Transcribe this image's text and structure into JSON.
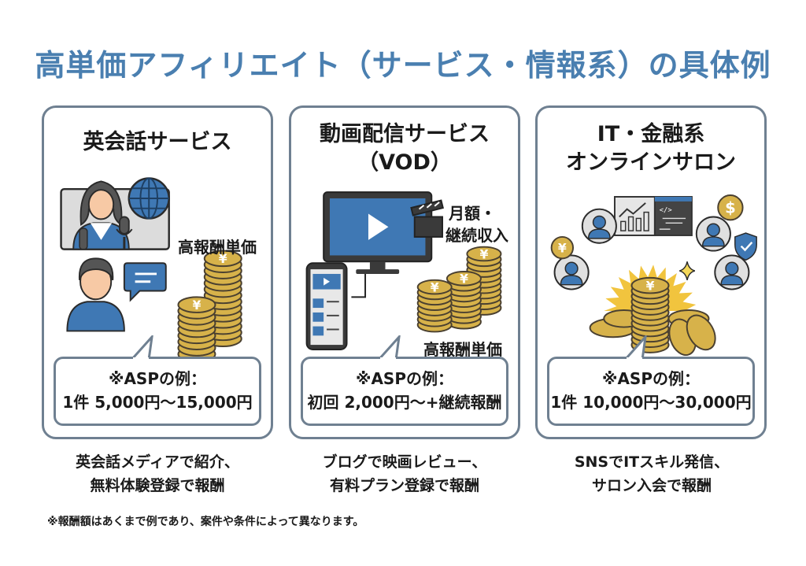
{
  "title": "高単価アフィリエイト（サービス・情報系）の具体例",
  "colors": {
    "title": "#4a7fb0",
    "border": "#6f8091",
    "accent_blue": "#3f78b4",
    "coin_gold": "#d7b24a",
    "coin_outline": "#4a4030",
    "text": "#1a1a1a"
  },
  "cards": [
    {
      "title_lines": [
        "英会話サービス"
      ],
      "badge": "高報酬単価",
      "asp_heading": "※ASPの例：",
      "asp_value": "1件 5,000円〜15,000円",
      "caption_lines": [
        "英会話メディアで紹介、",
        "無料体験登録で報酬"
      ],
      "icons": [
        "teacher-video-icon",
        "globe-icon",
        "microphone-icon",
        "student-icon",
        "chat-bubble-icon",
        "yen-coin-stack-icon"
      ]
    },
    {
      "title_lines": [
        "動画配信サービス",
        "（VOD）"
      ],
      "badge_top": "月額・",
      "badge_bottom": "継続収入",
      "badge": "高報酬単価",
      "asp_heading": "※ASPの例：",
      "asp_value": "初回 2,000円〜+継続報酬",
      "caption_lines": [
        "ブログで映画レビュー、",
        "有料プラン登録で報酬"
      ],
      "icons": [
        "monitor-play-icon",
        "clapperboard-icon",
        "smartphone-video-icon",
        "yen-coin-stack-icon"
      ]
    },
    {
      "title_lines": [
        "IT・金融系",
        "オンラインサロン"
      ],
      "asp_heading": "※ASPの例：",
      "asp_value": "1件 10,000円〜30,000円",
      "caption_lines": [
        "SNSでITスキル発信、",
        "サロン入会で報酬"
      ],
      "icons": [
        "chart-screen-icon",
        "code-screen-icon",
        "user-circle-icon",
        "dollar-coin-icon",
        "yen-coin-icon",
        "shield-check-icon",
        "sparkle-icon",
        "yen-coin-pile-icon"
      ]
    }
  ],
  "footnote": "※報酬額はあくまで例であり、案件や条件によって異なります。"
}
